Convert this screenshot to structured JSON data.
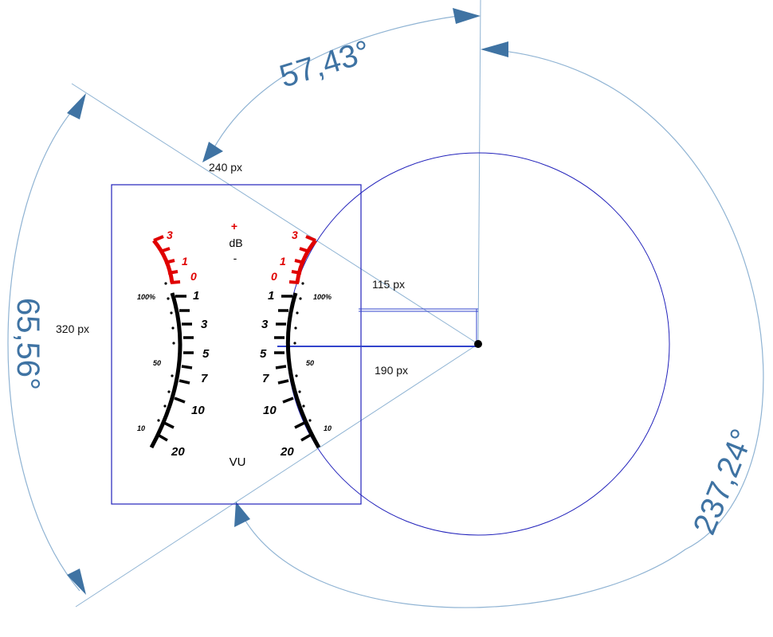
{
  "colors": {
    "dimension": "#3f73a3",
    "guide_line": "#8fb3d3",
    "frame": "#2222bb",
    "overload": "#e00000",
    "scale": "#000000"
  },
  "angles": {
    "top": "57,43°",
    "left": "65,56°",
    "right": "237,24°"
  },
  "measures": {
    "arc_radius": "240 px",
    "height": "320 px",
    "offset_short": "115 px",
    "offset_long": "190 px"
  },
  "center_labels": {
    "plus": "+",
    "unit": "dB",
    "minus": "-",
    "meter": "VU"
  },
  "left_scale": {
    "red_labels": [
      "3",
      "1",
      "0"
    ],
    "db_labels": [
      "1",
      "3",
      "5",
      "7",
      "10",
      "20"
    ],
    "percent_labels": [
      "100%",
      "50",
      "10"
    ]
  },
  "right_scale": {
    "red_labels": [
      "3",
      "1",
      "0"
    ],
    "db_labels": [
      "1",
      "3",
      "5",
      "7",
      "10",
      "20"
    ],
    "percent_labels": [
      "100%",
      "50",
      "10"
    ]
  }
}
